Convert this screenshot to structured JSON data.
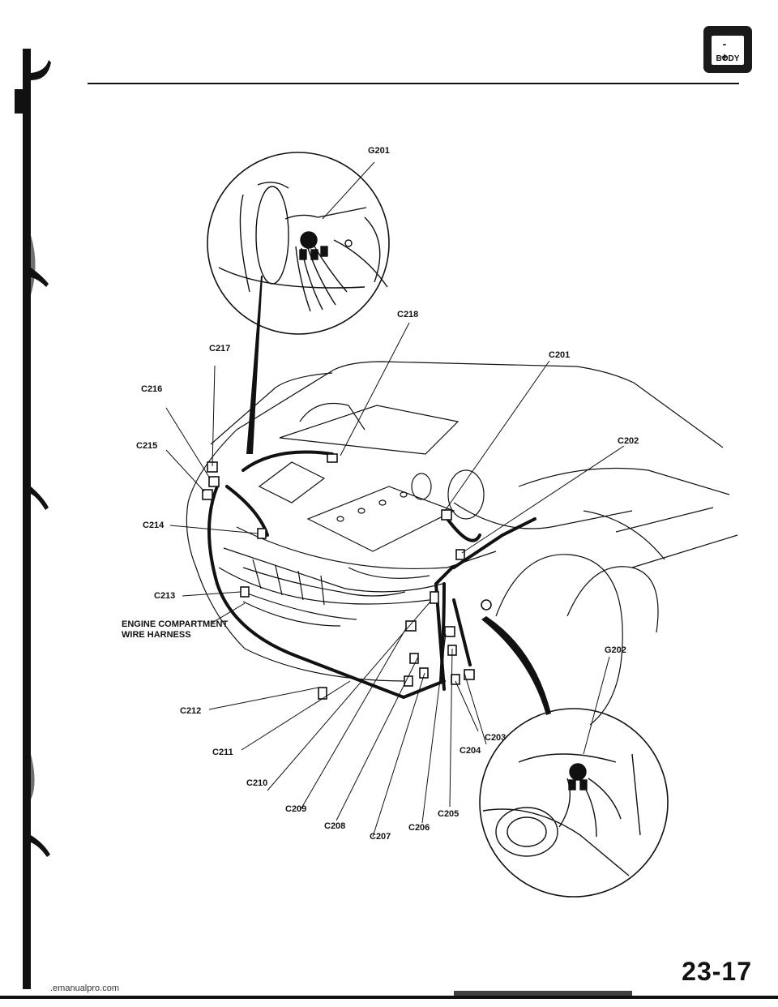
{
  "section_badge": {
    "signs": "- +",
    "label": "BODY"
  },
  "ground_labels": {
    "g201": "G201",
    "g202": "G202"
  },
  "connector_labels": {
    "c201": "C201",
    "c202": "C202",
    "c203": "C203",
    "c204": "C204",
    "c205": "C205",
    "c206": "C206",
    "c207": "C207",
    "c208": "C208",
    "c209": "C209",
    "c210": "C210",
    "c211": "C211",
    "c212": "C212",
    "c213": "C213",
    "c214": "C214",
    "c215": "C215",
    "c216": "C216",
    "c217": "C217",
    "c218": "C218"
  },
  "harness_label": {
    "line1": "ENGINE COMPARTMENT",
    "line2": "WIRE HARNESS"
  },
  "page_number": "23-17",
  "footer_url": ".emanualpro.com",
  "colors": {
    "ink": "#111111",
    "background": "#ffffff"
  }
}
